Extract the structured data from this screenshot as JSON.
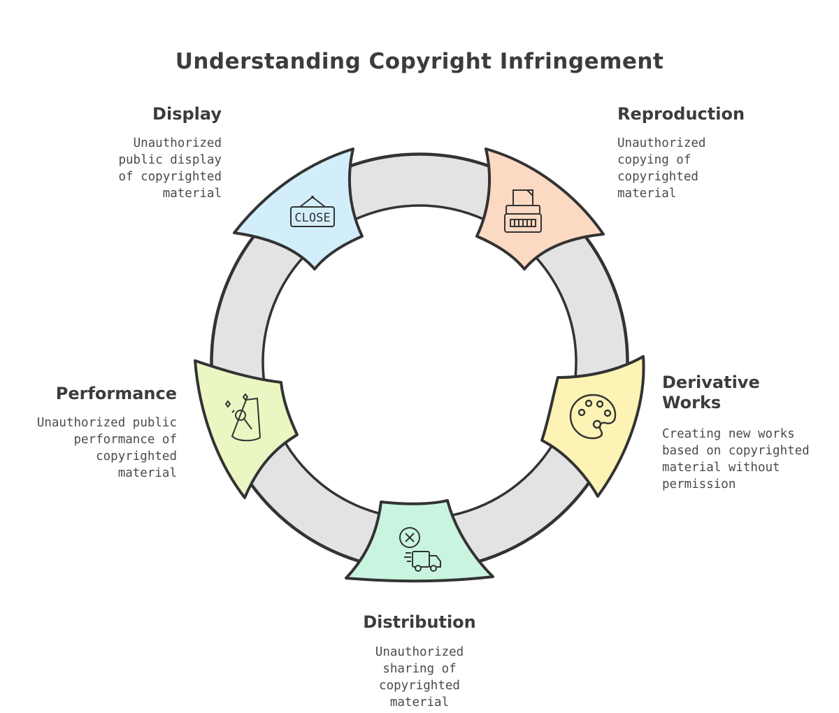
{
  "title": "Understanding Copyright Infringement",
  "stages": [
    {
      "id": "display",
      "heading": "Display",
      "description": "Unauthorized public display of copyrighted material",
      "icon": "close-sign-icon",
      "color": "#d3eefb"
    },
    {
      "id": "reproduction",
      "heading": "Reproduction",
      "description": "Unauthorized copying of copyrighted material",
      "icon": "typewriter-icon",
      "color": "#fcd9c3"
    },
    {
      "id": "derivative",
      "heading": "Derivative Works",
      "description": "Creating new works based on copyrighted material without permission",
      "icon": "palette-icon",
      "color": "#fdf3b5"
    },
    {
      "id": "distribution",
      "heading": "Distribution",
      "description": "Unauthorized sharing of copyrighted material",
      "icon": "delivery-truck-cancel-icon",
      "color": "#c9f5e0"
    },
    {
      "id": "performance",
      "heading": "Performance",
      "description": "Unauthorized public performance of copyrighted material",
      "icon": "singer-spotlight-icon",
      "color": "#eaf7c2"
    }
  ],
  "ring_color": "#e3e3e3",
  "outline_color": "#333333",
  "icon_text": {
    "close_sign": "CLOSE"
  }
}
